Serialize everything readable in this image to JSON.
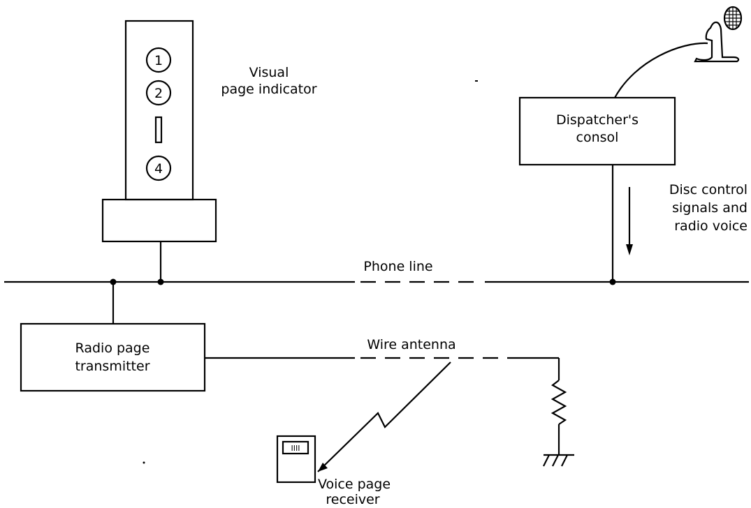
{
  "labels": {
    "visual_indicator_line1": "Visual",
    "visual_indicator_line2": "page indicator",
    "indicator_1": "1",
    "indicator_2": "2",
    "indicator_4": "4",
    "dispatcher_line1": "Dispatcher's",
    "dispatcher_line2": "consol",
    "signal_line1": "Disc control",
    "signal_line2": "signals and",
    "signal_line3": "radio voice",
    "phone_line": "Phone line",
    "transmitter_line1": "Radio page",
    "transmitter_line2": "transmitter",
    "wire_antenna": "Wire antenna",
    "receiver_display": "IIII",
    "receiver_line1": "Voice page",
    "receiver_line2": "receiver"
  },
  "colors": {
    "line": "#000000",
    "background": "#ffffff"
  }
}
